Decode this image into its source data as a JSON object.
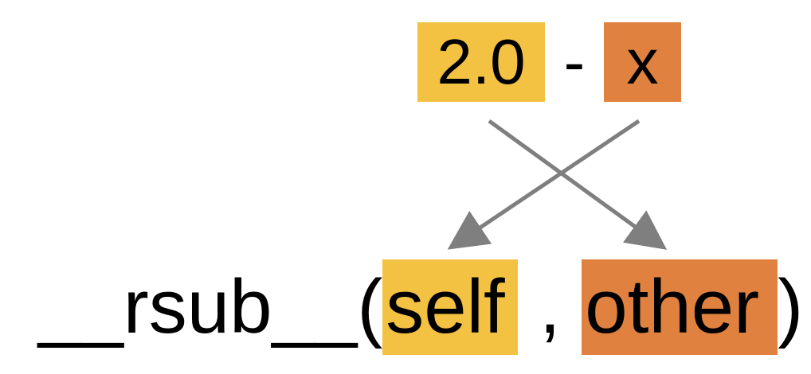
{
  "top_expression": {
    "left_operand": "2.0",
    "operator": "-",
    "right_operand": "x"
  },
  "bottom_expression": {
    "method_name": "__rsub__(",
    "first_param": "self",
    "separator": " , ",
    "second_param": "other",
    "closing": ")"
  },
  "colors": {
    "yellow_highlight": "#F4C242",
    "orange_highlight": "#E0813F",
    "arrow": "#7F7F7F"
  }
}
